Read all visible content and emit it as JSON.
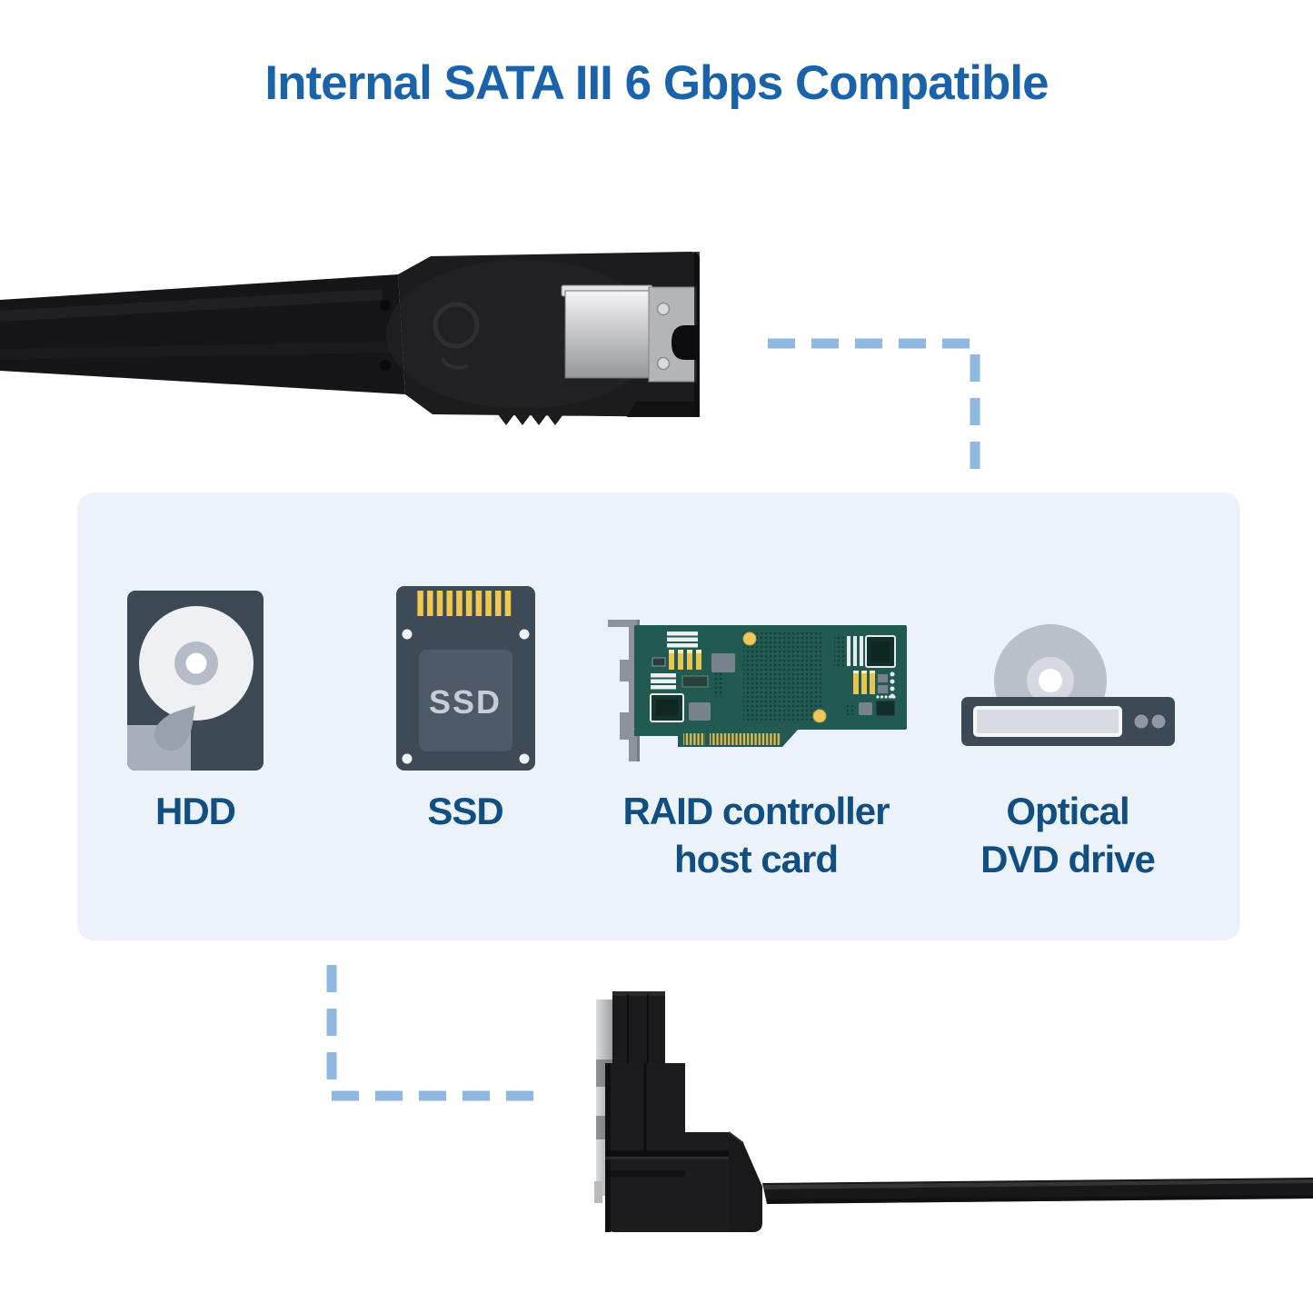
{
  "title": "Internal SATA III 6 Gbps Compatible",
  "colors": {
    "title_blue": "#1a62a9",
    "label_blue": "#114f82",
    "panel_background": "#ecf2f9",
    "dashed_line_blue": "#8fb8e0",
    "icon_slate": "#3e4956",
    "pcb_green": "#215a50",
    "pin_yellow": "#f1c84e",
    "connector_black": "#1c1c1f",
    "latch_silver": "#c3c4c7"
  },
  "photos": {
    "top_connector": "straight SATA connector with metal latch, flat black cable entering from left",
    "bottom_connector": "90-degree right-angle SATA connector, round black cable exiting right"
  },
  "panel": {
    "items": [
      {
        "id": "hdd",
        "label": "HDD"
      },
      {
        "id": "ssd",
        "label": "SSD",
        "icon_text": "SSD"
      },
      {
        "id": "raid",
        "label": "RAID controller\nhost card"
      },
      {
        "id": "dvd",
        "label": "Optical\nDVD drive"
      }
    ]
  }
}
